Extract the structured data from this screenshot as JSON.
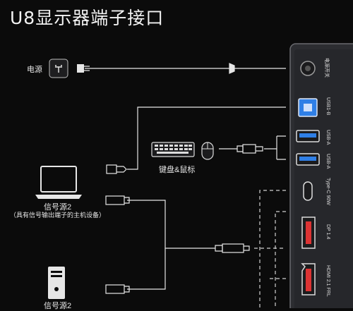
{
  "title": "U8显示器端子接口",
  "power_label": "电源",
  "keyboard_mouse_label": "键盘&鼠标",
  "source1": {
    "label": "信号源2",
    "sublabel": "（具有信号输出端子的主机设备）"
  },
  "source2": {
    "label": "信号源2"
  },
  "ports": {
    "power": "电源开关",
    "usb_b": "USB1-B",
    "usb_a": "USB-A",
    "usb_a2": "USB-A",
    "type_c": "Type-C 90W",
    "dp": "DP 1.4",
    "hdmi": "HDMI 2.1 FRL"
  },
  "colors": {
    "accent_blue": "#2f7fe6",
    "panel": "#2c2d31",
    "line": "#e6e6e6"
  }
}
